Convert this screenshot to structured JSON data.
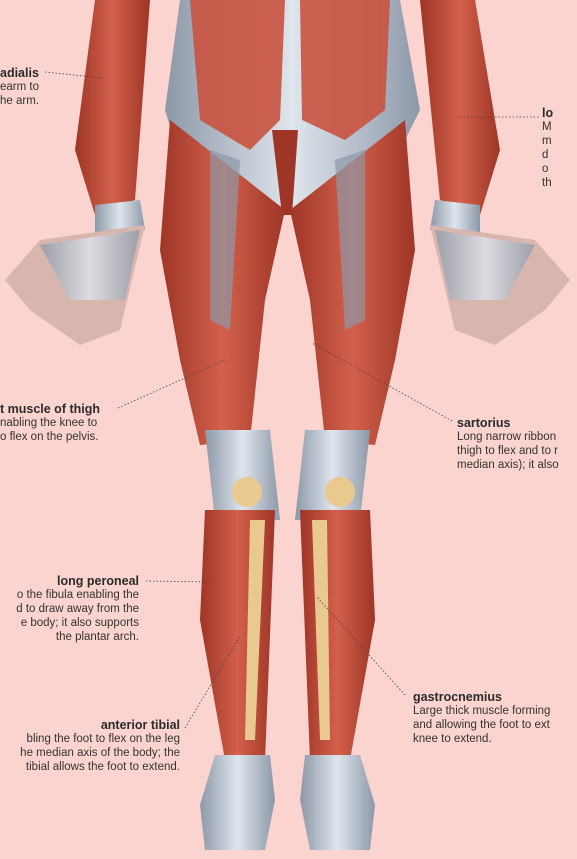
{
  "labels": {
    "radialis": {
      "name": "adialis",
      "lines": [
        "earm to",
        "he arm."
      ]
    },
    "right_top": {
      "name": "lo",
      "lines": [
        "M",
        "m",
        "d",
        "o",
        "th"
      ]
    },
    "thigh": {
      "name": "t muscle of thigh",
      "lines": [
        "nabling the knee to",
        "o flex on the pelvis."
      ]
    },
    "sartorius": {
      "name": "sartorius",
      "lines": [
        "Long narrow ribbon",
        "thigh to flex and to r",
        "median axis); it also"
      ]
    },
    "long_peroneal": {
      "name": "long peroneal",
      "lines": [
        "o the fibula enabling the",
        "d to draw away from the",
        "e body; it also supports",
        "the plantar arch."
      ]
    },
    "gastrocnemius": {
      "name": "gastrocnemius",
      "lines": [
        "Large thick muscle forming",
        "and allowing the foot to ext",
        "knee to extend."
      ]
    },
    "anterior_tibial": {
      "name": "anterior tibial",
      "lines": [
        "bling the foot to flex on the leg",
        "he median axis of the body; the",
        "tibial allows the foot to extend."
      ]
    }
  },
  "colors": {
    "background": "#fbd3cf",
    "muscle": "#c9523f",
    "muscle_dark": "#9e3526",
    "tendon": "#b9c3cf",
    "bone": "#e9c98f"
  }
}
